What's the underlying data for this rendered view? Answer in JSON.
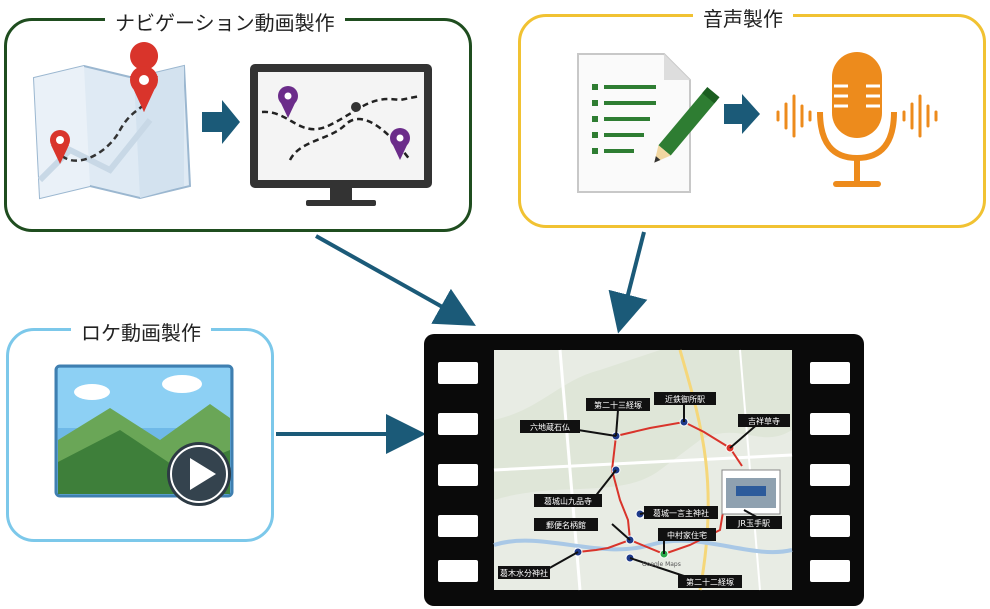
{
  "boxes": {
    "navigation": {
      "title": "ナビゲーション動画製作",
      "color": "#1f4d1f"
    },
    "audio": {
      "title": "音声製作",
      "color": "#f1c232"
    },
    "location": {
      "title": "ロケ動画製作",
      "color": "#7cc8ea"
    }
  },
  "icons": {
    "map": "map-with-pins-icon",
    "monitor": "monitor-route-icon",
    "document": "document-pen-icon",
    "microphone": "microphone-icon",
    "video": "landscape-video-icon"
  },
  "arrow_color": "#1b5a78",
  "film": {
    "map_labels": [
      "第二十三経塚",
      "近鉄御所駅",
      "六地蔵石仏",
      "吉祥草寺",
      "JR玉手駅",
      "葛城一言主神社",
      "郵便名柄館",
      "中村家住宅",
      "葛城山九品寺",
      "葛木水分神社",
      "第二十二経塚"
    ],
    "watermark": "Google Maps"
  }
}
